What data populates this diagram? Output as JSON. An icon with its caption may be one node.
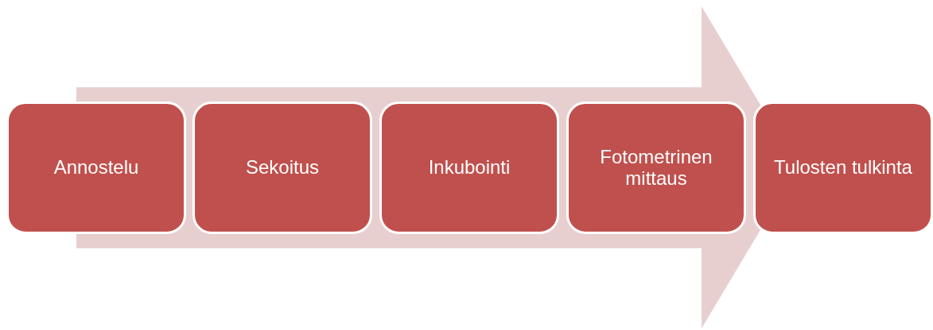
{
  "diagram": {
    "nodes": [
      {
        "text": [
          "Annostelu"
        ]
      },
      {
        "text": [
          "Sekoitus"
        ]
      },
      {
        "text": [
          "Inkubointi"
        ]
      },
      {
        "text": [
          "Fotometrinen mittaus"
        ]
      },
      {
        "text": [
          "Tulosten tulkinta"
        ]
      }
    ],
    "edges": []
  }
}
